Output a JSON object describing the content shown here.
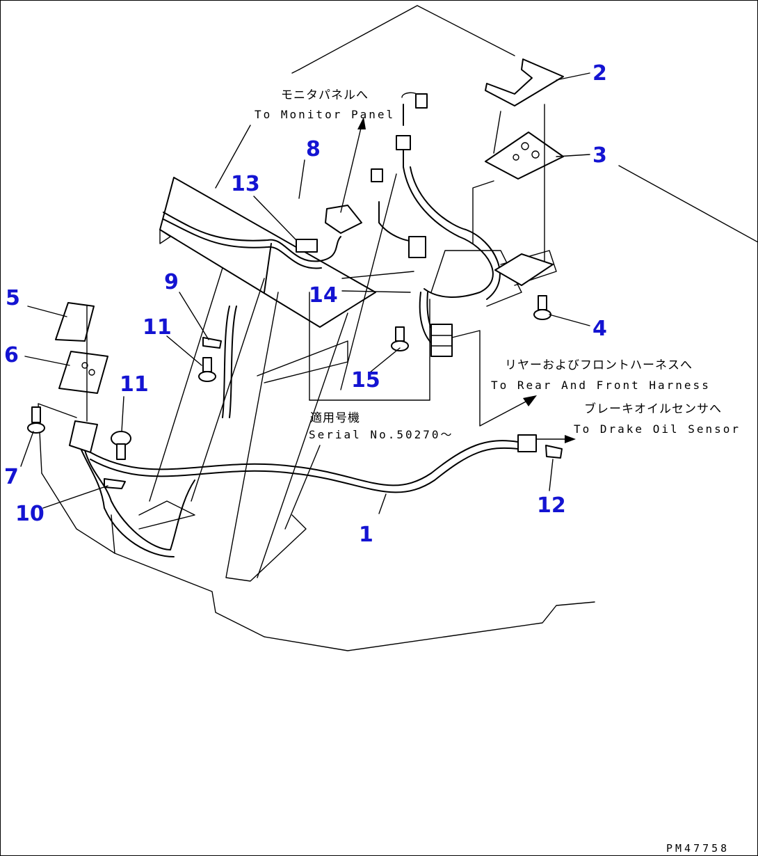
{
  "callouts": [
    {
      "id": "1",
      "label": "1"
    },
    {
      "id": "2",
      "label": "2"
    },
    {
      "id": "3",
      "label": "3"
    },
    {
      "id": "4",
      "label": "4"
    },
    {
      "id": "5",
      "label": "5"
    },
    {
      "id": "6",
      "label": "6"
    },
    {
      "id": "7",
      "label": "7"
    },
    {
      "id": "8",
      "label": "8"
    },
    {
      "id": "9",
      "label": "9"
    },
    {
      "id": "10",
      "label": "10"
    },
    {
      "id": "11a",
      "label": "11"
    },
    {
      "id": "11b",
      "label": "11"
    },
    {
      "id": "12",
      "label": "12"
    },
    {
      "id": "13",
      "label": "13"
    },
    {
      "id": "14",
      "label": "14"
    },
    {
      "id": "15",
      "label": "15"
    }
  ],
  "notes": {
    "monitor_jp": "モニタパネルへ",
    "monitor_en": "To Monitor Panel",
    "rear_jp": "リヤーおよびフロントハーネスへ",
    "rear_en": "To Rear And Front Harness",
    "brake_jp": "ブレーキオイルセンサへ",
    "brake_en": "To Drake Oil Sensor",
    "serial_jp": "適用号機",
    "serial_en": "Serial No.50270～"
  },
  "drawing_code": "PM47758",
  "colors": {
    "callout": "#1414d2",
    "line": "#000000"
  }
}
